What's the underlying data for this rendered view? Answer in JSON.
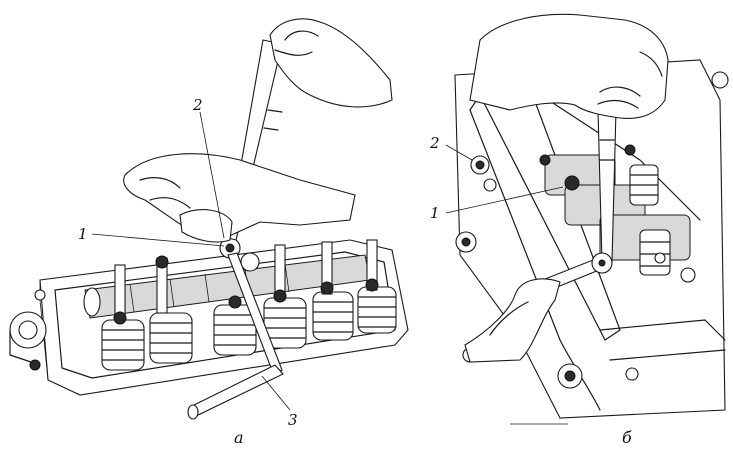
{
  "panel_a": {
    "caption": "а",
    "labels": [
      "1",
      "2",
      "3"
    ]
  },
  "panel_b": {
    "caption": "б",
    "labels": [
      "1",
      "2"
    ]
  }
}
